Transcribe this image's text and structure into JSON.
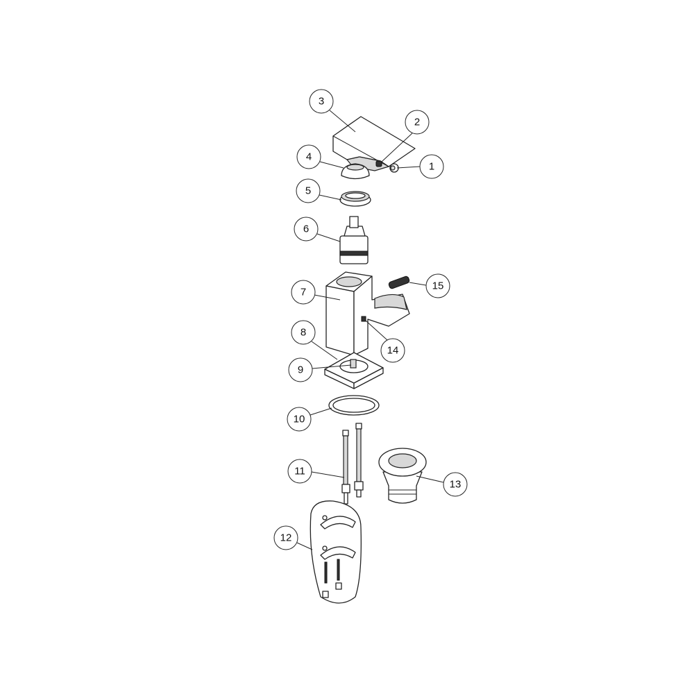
{
  "diagram": {
    "type": "exploded-parts-view",
    "callouts": [
      {
        "label": "1"
      },
      {
        "label": "2"
      },
      {
        "label": "3"
      },
      {
        "label": "4"
      },
      {
        "label": "5"
      },
      {
        "label": "6"
      },
      {
        "label": "7"
      },
      {
        "label": "8"
      },
      {
        "label": "9"
      },
      {
        "label": "10"
      },
      {
        "label": "11"
      },
      {
        "label": "12"
      },
      {
        "label": "13"
      },
      {
        "label": "14"
      },
      {
        "label": "15"
      }
    ]
  }
}
